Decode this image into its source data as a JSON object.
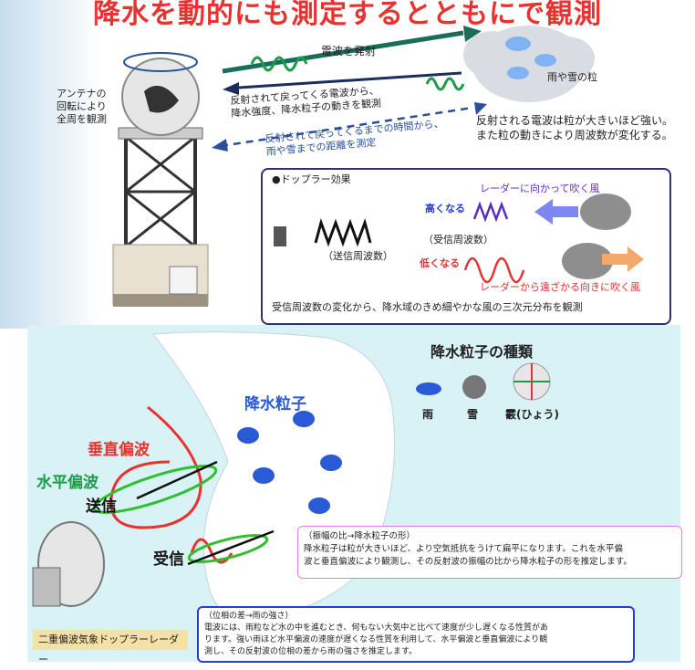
{
  "title": "降水を動的にも測定するとともにで観測",
  "radar_top": {
    "antenna_label": [
      "アンテナの",
      "回転により",
      "全周を観測"
    ],
    "emit_label": "電波を発射",
    "reflect_label": [
      "反射されて戻ってくる電波から、",
      "降水強度、降水粒子の動きを観測"
    ],
    "time_label": [
      "反射されて戻ってくるまでの時間から、",
      "雨や雪までの距離を測定"
    ],
    "particles_label": "雨や雪の粒",
    "note": [
      "反射される電波は粒が大きいほど強い。",
      "また粒の動きにより周波数が変化する。"
    ]
  },
  "doppler": {
    "heading": "●ドップラー効果",
    "toward": "レーダーに向かって吹く風",
    "higher": "高くなる",
    "received": "（受信周波数）",
    "sent": "（送信周波数）",
    "lower": "低くなる",
    "away": "レーダーから遠ざかる向きに吹く風",
    "conclusion": "受信周波数の変化から、降水域のきめ細やかな風の三次元分布を観測"
  },
  "dual_pol": {
    "types_heading": "降水粒子の種類",
    "types": [
      "雨",
      "雪",
      "霰(ひょう)"
    ],
    "particles_label": "降水粒子",
    "vertical": "垂直偏波",
    "horizontal": "水平偏波",
    "send": "送信",
    "receive": "受信",
    "radar_name": "二重偏波気象ドップラーレーダー",
    "amp_box": [
      "（振幅の比→降水粒子の形）",
      "降水粒子は粒が大きいほど、より空気抵抗をうけて扁平になります。これを水平偏",
      "波と垂直偏波により観測し、その反射波の振幅の比から降水粒子の形を推定します。"
    ],
    "phase_box": [
      "（位相の差→雨の強さ）",
      "電波には、雨粒など水の中を進むとき、何もない大気中と比べて速度が少し遅くなる性質があ",
      "ります。強い雨ほど水平偏波の速度が遅くなる性質を利用して、水平偏波と垂直偏波により観",
      "測し、その反射波の位相の差から雨の強さを推定します。"
    ]
  }
}
